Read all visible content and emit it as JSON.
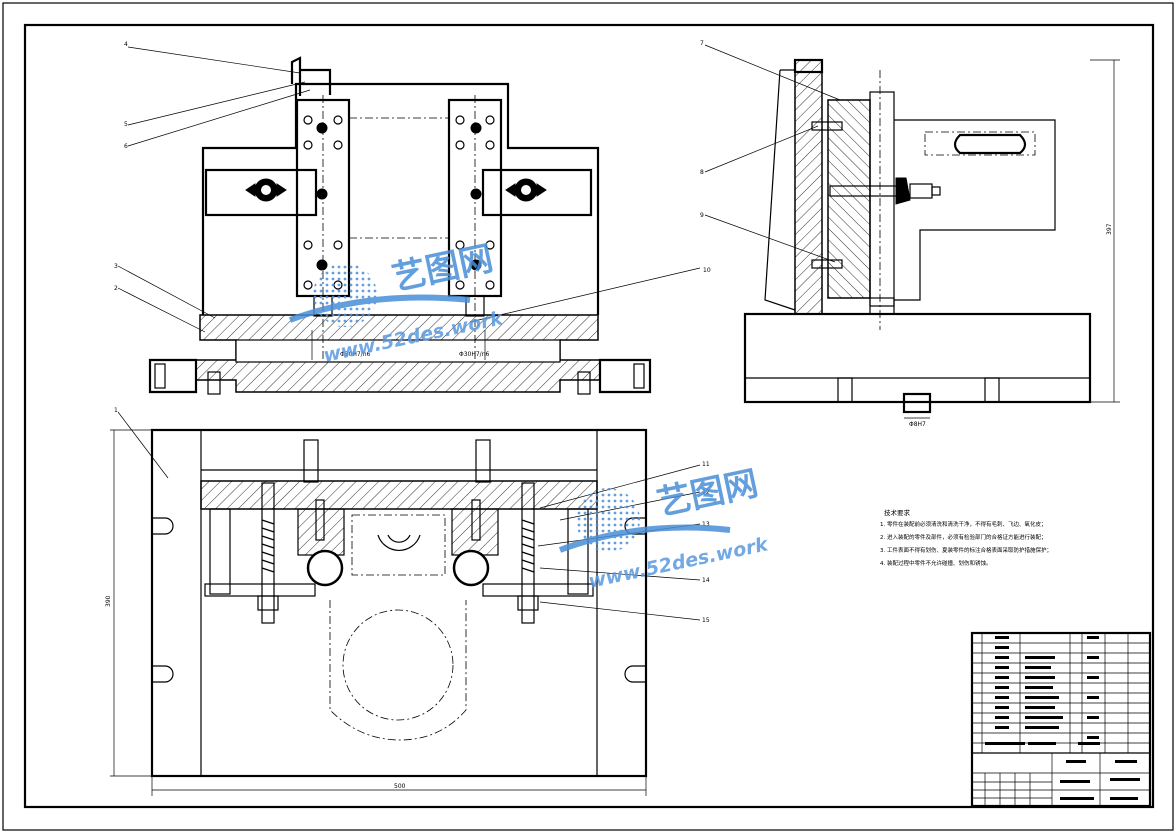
{
  "balloons": {
    "b1": "1",
    "b2": "2",
    "b3": "3",
    "b4": "4",
    "b5": "5",
    "b6": "6",
    "b7": "7",
    "b8": "8",
    "b9": "9",
    "b10": "10",
    "b11": "11",
    "b12": "12",
    "b13": "13",
    "b14": "14",
    "b15": "15"
  },
  "dims": {
    "width_500": "500",
    "height_390": "390",
    "height_397": "397",
    "fit_left": "Φ30H7/n6",
    "fit_right": "Φ30H7/n6",
    "fit_side": "Φ8H7"
  },
  "tech": {
    "heading": "技术要求",
    "items": [
      "1. 零件在装配前必须清洗和清洗干净，不得有毛刺、飞边、氧化皮；",
      "2. 进入装配的零件及部件，必须有检验部门的合格证方能进行装配；",
      "3. 工件表面不得有划伤、夏装零件的标注合格表面采取防护措施保护；",
      "4. 装配过程中零件不允许碰撞、划伤和锈蚀。"
    ]
  },
  "watermark": {
    "brand": "艺图网",
    "url": "www.52des.work"
  }
}
